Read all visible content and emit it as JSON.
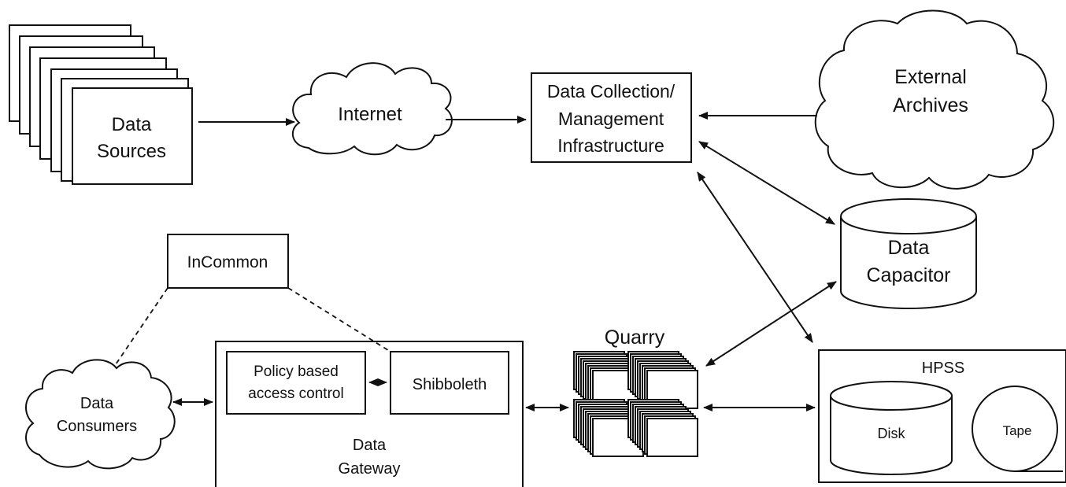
{
  "nodes": {
    "data_sources": {
      "line1": "Data",
      "line2": "Sources"
    },
    "internet": {
      "label": "Internet"
    },
    "data_collection": {
      "line1": "Data Collection/",
      "line2": "Management",
      "line3": "Infrastructure"
    },
    "external_archives": {
      "line1": "External",
      "line2": "Archives"
    },
    "data_capacitor": {
      "line1": "Data",
      "line2": "Capacitor"
    },
    "incommon": {
      "label": "InCommon"
    },
    "data_consumers": {
      "line1": "Data",
      "line2": "Consumers"
    },
    "policy_access": {
      "line1": "Policy based",
      "line2": "access control"
    },
    "shibboleth": {
      "label": "Shibboleth"
    },
    "data_gateway": {
      "line1": "Data",
      "line2": "Gateway"
    },
    "quarry": {
      "label": "Quarry"
    },
    "hpss": {
      "label": "HPSS",
      "disk": "Disk",
      "tape": "Tape"
    }
  },
  "colors": {
    "stroke": "#111111",
    "background": "#ffffff"
  }
}
